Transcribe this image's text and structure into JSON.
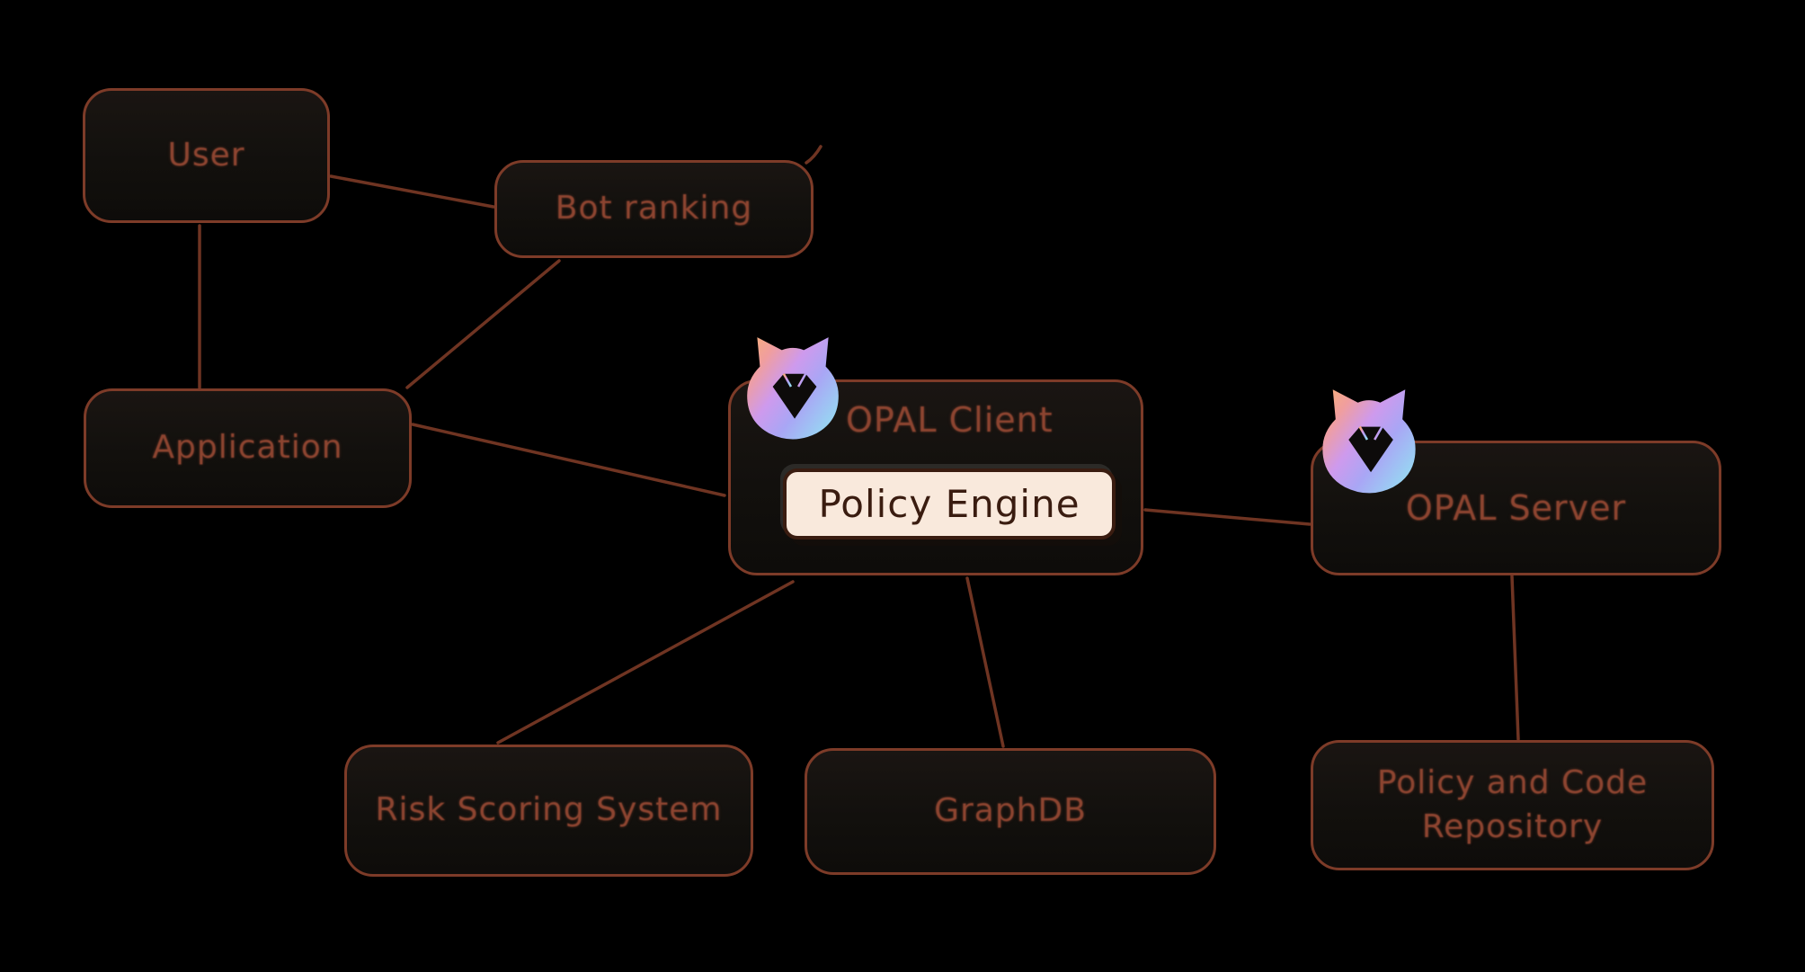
{
  "nodes": {
    "user": {
      "label": "User"
    },
    "bot_ranking": {
      "label": "Bot ranking"
    },
    "application": {
      "label": "Application"
    },
    "opal_client": {
      "title": "OPAL Client",
      "inner_label": "Policy Engine"
    },
    "opal_server": {
      "title": "OPAL Server"
    },
    "risk_scoring": {
      "label": "Risk Scoring System"
    },
    "graphdb": {
      "label": "GraphDB"
    },
    "policy_repo": {
      "label_line1": "Policy and Code",
      "label_line2": "Repository"
    }
  },
  "edges": [
    {
      "from": "user",
      "to": "application"
    },
    {
      "from": "user",
      "to": "bot_ranking"
    },
    {
      "from": "bot_ranking",
      "to": "application"
    },
    {
      "from": "application",
      "to": "opal_client"
    },
    {
      "from": "opal_client",
      "to": "opal_server"
    },
    {
      "from": "opal_client",
      "to": "risk_scoring"
    },
    {
      "from": "opal_client",
      "to": "graphdb"
    },
    {
      "from": "opal_server",
      "to": "policy_repo"
    }
  ],
  "icons": {
    "opal_logo": "opal-cat-gem-logo"
  },
  "colors": {
    "background": "#000000",
    "node_stroke": "#7d3b28",
    "node_fill": "#15110e",
    "label_text": "#8c4430",
    "connector": "#6f3422",
    "policy_engine_fill": "#f9e9dc",
    "policy_engine_text": "#3a1c10",
    "logo_gradient": [
      "#F8B177",
      "#F09E9E",
      "#CE9AED",
      "#A9A6F5",
      "#96DAF2"
    ]
  }
}
